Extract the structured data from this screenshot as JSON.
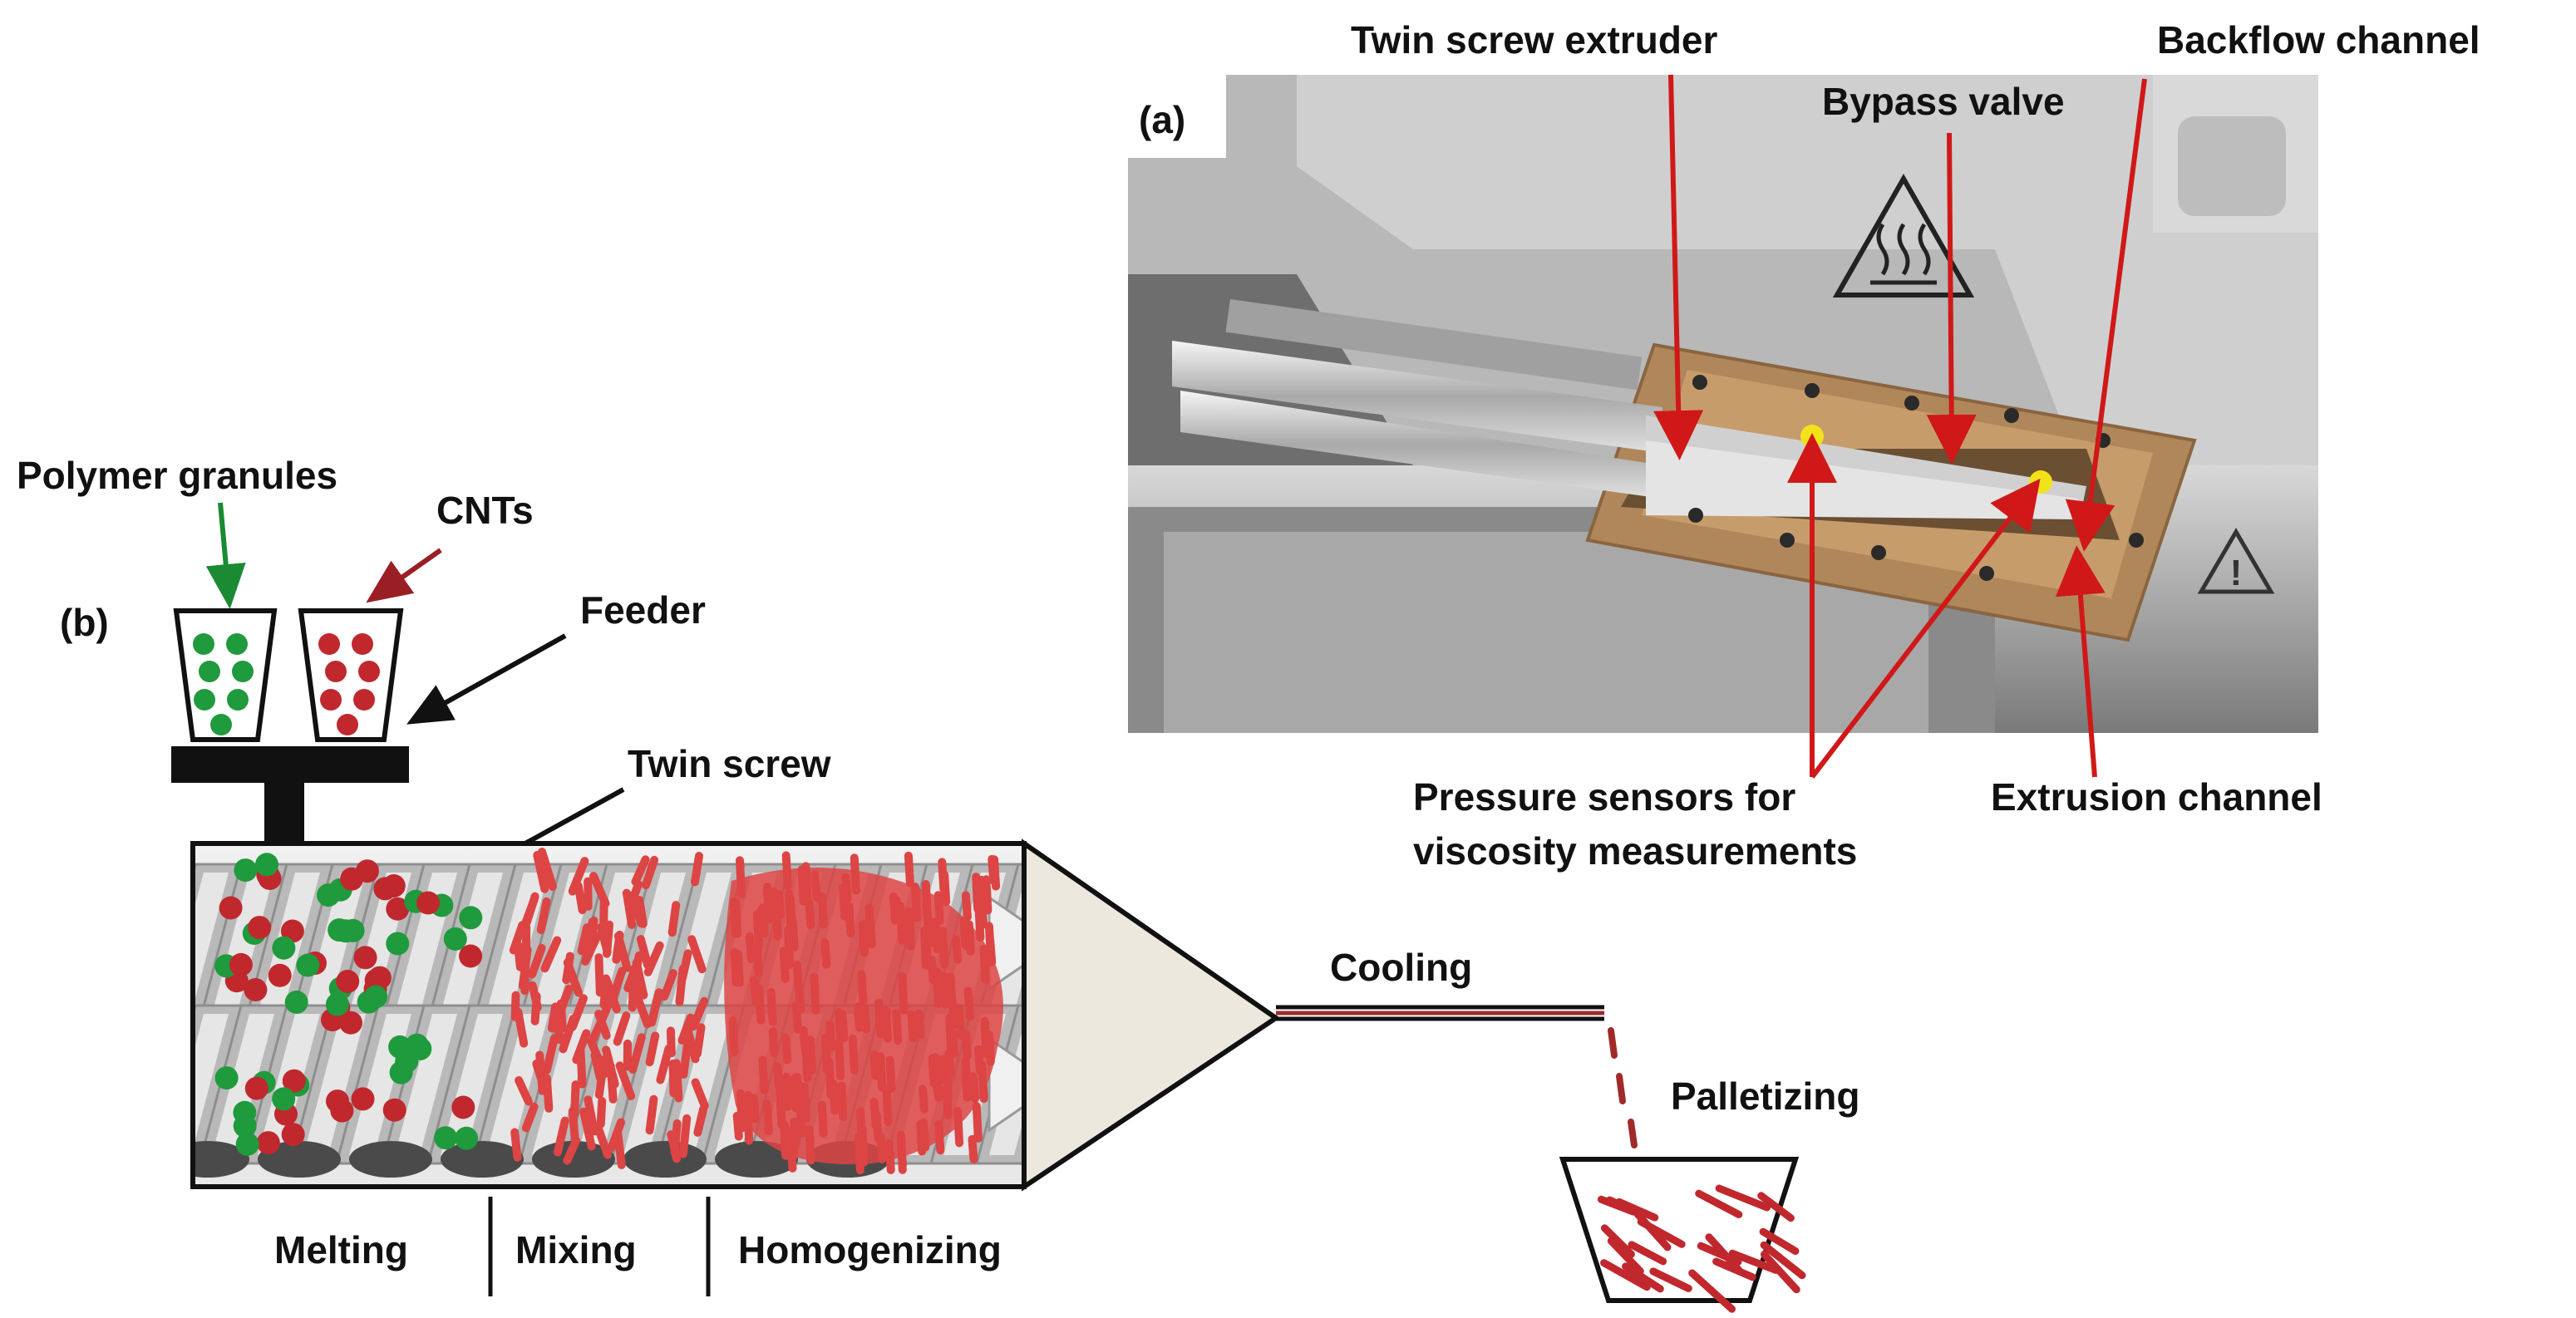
{
  "panel_a": {
    "tag": "(a)",
    "labels": {
      "twin_screw_extruder": "Twin screw extruder",
      "backflow_channel": "Backflow channel",
      "bypass_valve": "Bypass valve",
      "pressure_sensors_line1": "Pressure sensors for",
      "pressure_sensors_line2": "viscosity measurements",
      "extrusion_channel": "Extrusion channel"
    }
  },
  "panel_b": {
    "tag": "(b)",
    "labels": {
      "polymer_granules": "Polymer granules",
      "cnts": "CNTs",
      "feeder": "Feeder",
      "twin_screw": "Twin screw",
      "cooling": "Cooling",
      "palletizing": "Palletizing"
    },
    "zones": [
      "Melting",
      "Mixing",
      "Homogenizing"
    ]
  },
  "colors": {
    "polymer_green": "#1f9a3c",
    "cnt_red": "#c0282e",
    "fiber_red": "#dd4444",
    "arrow_red": "#d01818",
    "arrow_green": "#1a8a33",
    "photo_brass": "#b0875a"
  }
}
